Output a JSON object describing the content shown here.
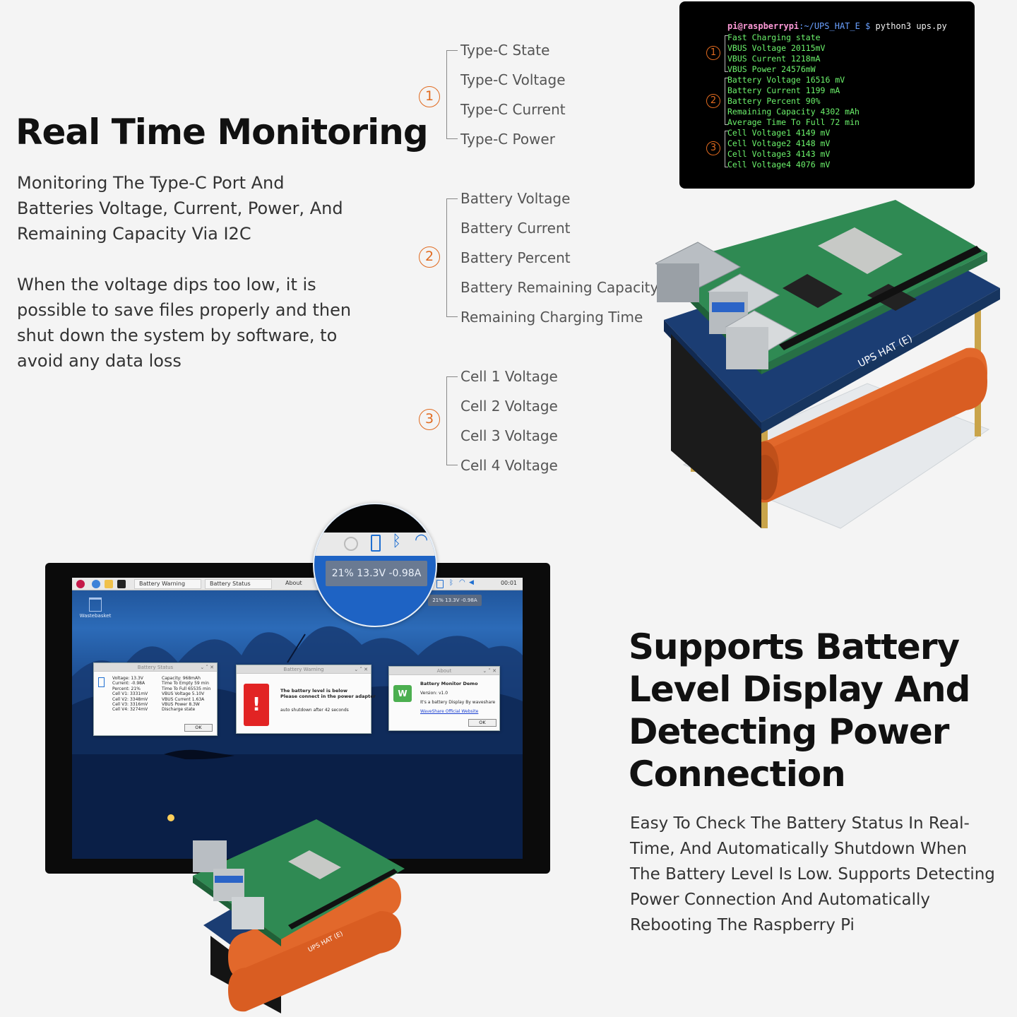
{
  "section1": {
    "title": "Real Time Monitoring",
    "para1": "Monitoring The Type-C Port And Batteries Voltage, Current, Power, And Remaining Capacity Via I2C",
    "para2": "When the voltage dips too low, it is possible to save files properly and then shut down the system by software, to avoid any data loss"
  },
  "groups": [
    {
      "number": "1",
      "items": [
        "Type-C State",
        "Type-C Voltage",
        "Type-C Current",
        "Type-C Power"
      ]
    },
    {
      "number": "2",
      "items": [
        "Battery Voltage",
        "Battery Current",
        "Battery Percent",
        "Battery Remaining Capacity",
        "Remaining Charging Time"
      ]
    },
    {
      "number": "3",
      "items": [
        "Cell 1 Voltage",
        "Cell 2 Voltage",
        "Cell 3 Voltage",
        "Cell 4 Voltage"
      ]
    }
  ],
  "terminal": {
    "prompt_user": "pi@raspberrypi",
    "prompt_path": ":~/UPS_HAT_E $",
    "prompt_cmd": " python3 ups.py",
    "group_numbers": [
      "1",
      "2",
      "3"
    ],
    "lines": [
      "Fast Charging state",
      "VBUS Voltage 20115mV",
      "VBUS Current  1218mA",
      "VBUS Power   24576mW",
      "Battery Voltage 16516 mV",
      "Battery Current 1199 mA",
      "Battery Percent 90%",
      "Remaining Capacity 4302 mAh",
      "Average Time To Full 72 min",
      "Cell Voltage1 4149 mV",
      "Cell Voltage2 4148 mV",
      "Cell Voltage3 4143 mV",
      "Cell Voltage4 4076 mV"
    ]
  },
  "hardware": {
    "board_label": "UPS HAT (E)"
  },
  "desktop": {
    "taskbar_tabs": [
      "Battery Warning",
      "Battery Status",
      "About"
    ],
    "clock": "00:01",
    "desktop_icon": "Wastebasket",
    "tray_popup": "21%  13.3V  -0.98A",
    "status_dialog": {
      "title": "Battery Status",
      "left": [
        "Voltage:     13.3V",
        "Current:    -0.98A",
        "Percent:      21%",
        "Cell V1:    3331mV",
        "Cell V2:    3348mV",
        "Cell V3:    3316mV",
        "Cell V4:    3274mV"
      ],
      "right": [
        "Capacity:   968mAh",
        "Time To Empty   59 min",
        "Time To Full    65535 min",
        "VBUS Voltage   5.10V",
        "VBUS Current   1.63A",
        "VBUS Power    8.3W",
        "Discharge state"
      ],
      "ok": "OK"
    },
    "warning_dialog": {
      "title": "Battery Warning",
      "line1": "The battery level is below",
      "line2": "Please connect in the power adapter",
      "line3": "auto shutdown after 42 seconds"
    },
    "about_dialog": {
      "title": "About",
      "name": "Battery Monitor Demo",
      "version": "Version: v1.0",
      "desc": "It's a battery Display By waveshare",
      "link": "WaveShare Official Website",
      "ok": "OK"
    }
  },
  "magnifier": {
    "popup": "21%  13.3V  -0.98A"
  },
  "section2": {
    "title": "Supports Battery Level Display And Detecting Power Connection",
    "para": "Easy To Check The Battery Status In Real-Time, And Automatically Shutdown When The Battery Level Is Low. Supports Detecting Power Connection And Automatically Rebooting The Raspberry Pi"
  },
  "colors": {
    "accent": "#e06a1f",
    "terminal_text": "#6cf36c",
    "background": "#f4f4f4"
  }
}
